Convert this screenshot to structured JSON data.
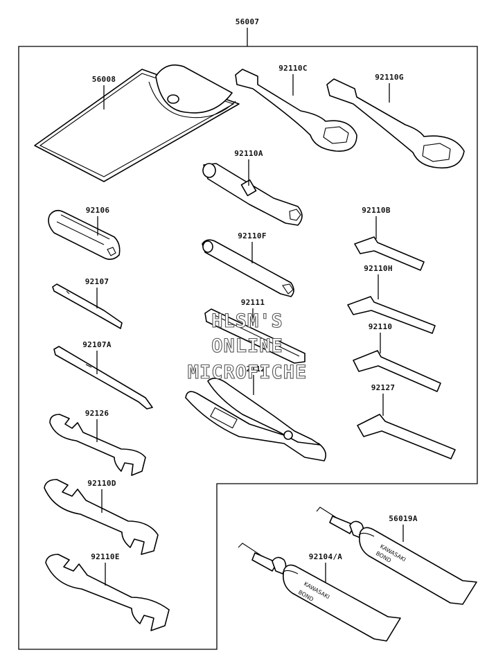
{
  "labels": {
    "kit": "56007",
    "pouch": "56008",
    "w92110C": "92110C",
    "w92110G": "92110G",
    "w92110A": "92110A",
    "w92106": "92106",
    "w92110B": "92110B",
    "w92110F": "92110F",
    "w92107": "92107",
    "w92110H": "92110H",
    "w92111": "92111",
    "w92110": "92110",
    "w92107A": "92107A",
    "w92112": "92112",
    "w92127": "92127",
    "w92126": "92126",
    "w92110D": "92110D",
    "w92110E": "92110E",
    "w56019A": "56019A",
    "w92104A": "92104/A"
  },
  "tube_text": {
    "brand": "KAWASAKI",
    "product": "BOND"
  },
  "watermark": {
    "line1": "HLSM'S",
    "line2": "ONLINE",
    "line3": "MICROFICHE"
  }
}
